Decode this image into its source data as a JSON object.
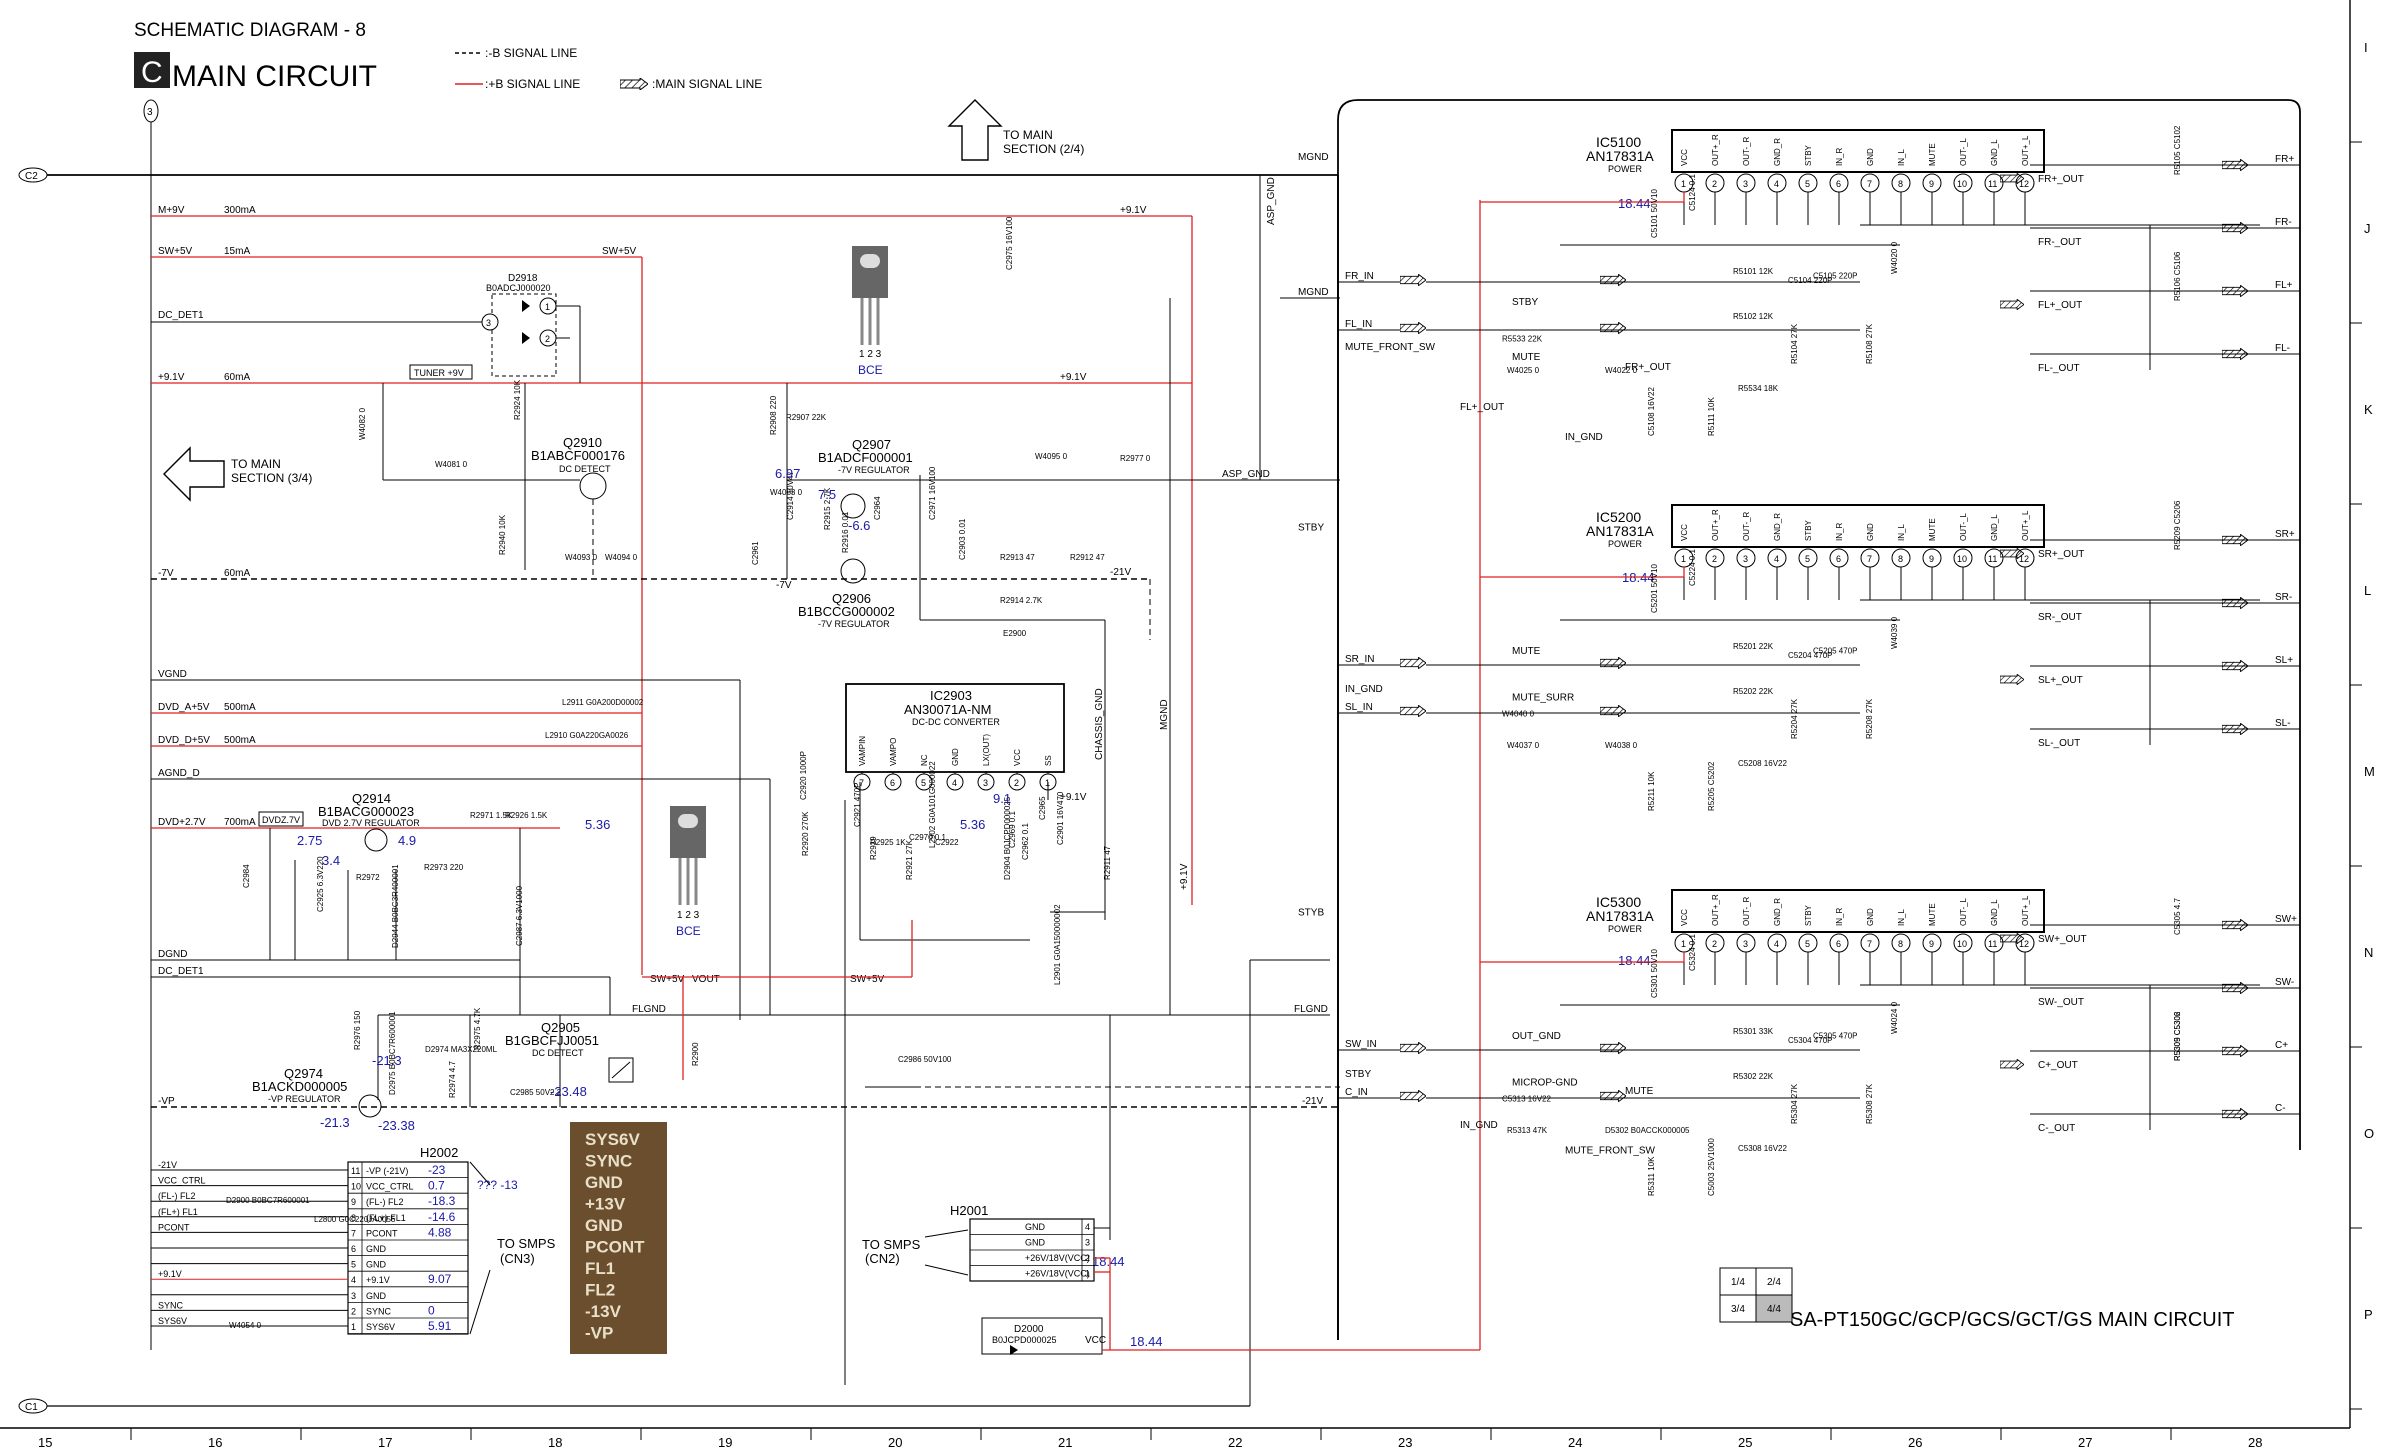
{
  "header": {
    "title": "SCHEMATIC DIAGRAM - 8",
    "letter": "C",
    "subtitle": "MAIN CIRCUIT",
    "legend": [
      {
        "label": ":-B SIGNAL LINE",
        "style": "dashed-black"
      },
      {
        "label": ":+B SIGNAL LINE",
        "style": "solid-red"
      },
      {
        "label": ":MAIN SIGNAL LINE",
        "style": "hatched-arrow"
      }
    ]
  },
  "connectors": {
    "top": "C2",
    "bottom": "C1",
    "marker": "3"
  },
  "arrows": {
    "to_main_top": [
      "TO MAIN",
      "SECTION (2/4)"
    ],
    "to_main_left": [
      "TO MAIN",
      "SECTION (3/4)"
    ]
  },
  "rails": [
    {
      "label": "M+9V",
      "current": "300mA"
    },
    {
      "label": "SW+5V",
      "current": "15mA"
    },
    {
      "label": "DC_DET1",
      "current": ""
    },
    {
      "label": "+9.1V",
      "current": "60mA"
    },
    {
      "label": "-7V",
      "current": "60mA"
    },
    {
      "label": "VGND",
      "current": ""
    },
    {
      "label": "DVD_A+5V",
      "current": "500mA"
    },
    {
      "label": "DVD_D+5V",
      "current": "500mA"
    },
    {
      "label": "AGND_D",
      "current": ""
    },
    {
      "label": "DVD+2.7V",
      "current": "700mA"
    },
    {
      "label": "DGND",
      "current": ""
    },
    {
      "label": "DC_DET1",
      "current": ""
    },
    {
      "label": "-VP",
      "current": ""
    }
  ],
  "net_labels": {
    "sw5v_top": "SW+5V",
    "p91v_top": "+9.1V",
    "p91v_mid": "+9.1V",
    "asp_gnd_v": "ASP_GND",
    "asp_gnd_h": "ASP_GND",
    "mgnd_h": "MGND",
    "mgnd_v": "MGND",
    "chassis_gnd": "CHASSIS_GND",
    "m21v": "-21V",
    "m7v_small": "-7V",
    "sw5v_low": "SW+5V",
    "sw5v_low2": "SW+5V",
    "vout": "VOUT",
    "flgnd": "FLGND",
    "flgnd2": "FLGND",
    "m21v_right": "-21V",
    "p91v_right": "+9.1V",
    "p91v_vert": "+9.1V",
    "tuner": "TUNER +9V",
    "dvdz": "DVDZ.7V"
  },
  "components": {
    "D2918": [
      "D2918",
      "B0ADCJ000020"
    ],
    "Q2910": [
      "Q2910",
      "B1ABCF000176",
      "DC DETECT"
    ],
    "Q2907": [
      "Q2907",
      "B1ADCF000001",
      "-7V REGULATOR"
    ],
    "Q2906": [
      "Q2906",
      "B1BCCG000002",
      "-7V REGULATOR"
    ],
    "Q2914": [
      "Q2914",
      "B1BACG000023",
      "DVD 2.7V REGULATOR"
    ],
    "Q2905": [
      "Q2905",
      "B1GBCFJJ0051",
      "DC DETECT"
    ],
    "Q2974": [
      "Q2974",
      "B1ACKD000005",
      "-VP REGULATOR"
    ],
    "IC2903": [
      "IC2903",
      "AN30071A-NM",
      "DC-DC CONVERTER"
    ]
  },
  "ic2903_pins": [
    "7",
    "6",
    "5",
    "4",
    "3",
    "2",
    "1"
  ],
  "ic2903_pin_names": [
    "VAMPIN",
    "VAMPO",
    "NC",
    "GND",
    "LX(OUT)",
    "VCC",
    "SS"
  ],
  "transistor_pkg": {
    "pins": "1 2 3",
    "label": "BCE"
  },
  "part_labels": [
    "C2975 16V100",
    "R2908 220",
    "R2907 22K",
    "W4083 0",
    "R2924 10K",
    "W4082 0",
    "W4081 0",
    "R2940 10K",
    "W4093 0",
    "W4094 0",
    "C2961",
    "C2914 10V47",
    "R2915 2.7K",
    "R2916 0.01",
    "C2964",
    "C2971 16V100",
    "C2903 0.01",
    "W4095 0",
    "R2977 0",
    "R2913 47",
    "R2912 47",
    "R2914 2.7K",
    "E2900",
    "L2911 G0A200D00002",
    "L2910 G0A220GA0026",
    "R2971 1.5K",
    "R2926 1.5K",
    "C2984",
    "C2925 6.3V220",
    "R2972",
    "R2973 220",
    "D2944 B0BC3R400001",
    "C2987 6.3V1000",
    "R2920 270K",
    "C2920 1000P",
    "C2921 470P",
    "R2925 1K",
    "R2919",
    "R2921 27K",
    "C2922",
    "L2902 G0A101G000022",
    "C2970 0.1",
    "D2904 B0JCPD000025",
    "C2969 0.1",
    "C2962 0.1",
    "C2965",
    "C2901 16V470",
    "L2901 G0A150000002",
    "R2911 47",
    "C2986 50V100",
    "R2976 150",
    "D2974 MA3X220ML",
    "R2975 4.7K",
    "R2974 4.7",
    "C2985 50V2.2",
    "D2975 B0BC7R600001",
    "R2900",
    "W4054 0",
    "L2800 G0C220JA0055",
    "D2900 B0BC7R600001"
  ],
  "voltages": {
    "v697": "6.97",
    "v75": "7.5",
    "v66": "-6.6",
    "v275": "2.75",
    "v49": "4.9",
    "v34": "3.4",
    "v536a": "5.36",
    "v536b": "5.36",
    "v91": "9.1",
    "v213a": "-21.3",
    "v2348": "-23.48",
    "v213b": "-21.3",
    "v2338": "-23.38",
    "v1844a": "18.44",
    "v1844b": "18.44",
    "v1844c": "18.44",
    "v1844d": "18.44",
    "v1844e": "18.44",
    "vcc": "VCC"
  },
  "h2002": {
    "title": "H2002",
    "rows": [
      {
        "n": "11",
        "name": "-VP (-21V)",
        "v": "-23"
      },
      {
        "n": "10",
        "name": "VCC_CTRL",
        "v": "0.7"
      },
      {
        "n": "9",
        "name": "(FL-) FL2",
        "v": "-18.3"
      },
      {
        "n": "8",
        "name": "(FL+) FL1",
        "v": "-14.6"
      },
      {
        "n": "7",
        "name": "PCONT",
        "v": "4.88"
      },
      {
        "n": "6",
        "name": "GND",
        "v": ""
      },
      {
        "n": "5",
        "name": "GND",
        "v": ""
      },
      {
        "n": "4",
        "name": "+9.1V",
        "v": "9.07"
      },
      {
        "n": "3",
        "name": "GND",
        "v": ""
      },
      {
        "n": "2",
        "name": "SYNC",
        "v": "0"
      },
      {
        "n": "1",
        "name": "SYS6V",
        "v": "5.91"
      }
    ],
    "left_nets": [
      "-21V",
      "VCC_CTRL",
      "(FL-) FL2",
      "(FL+) FL1",
      "PCONT",
      "+9.1V",
      "SYNC",
      "SYS6V"
    ],
    "note": "??? -13",
    "dest": [
      "TO SMPS",
      "(CN3)"
    ]
  },
  "photo_label": [
    "SYS6V",
    "SYNC",
    "GND",
    "+13V",
    "GND",
    "PCONT",
    "FL1",
    "FL2",
    "-13V",
    "-VP"
  ],
  "h2001": {
    "title": "H2001",
    "rows": [
      {
        "n": "4",
        "name": "GND"
      },
      {
        "n": "3",
        "name": "GND"
      },
      {
        "n": "2",
        "name": "+26V/18V(VCC)"
      },
      {
        "n": "1",
        "name": "+26V/18V(VCC)"
      }
    ],
    "dest": [
      "TO SMPS",
      "(CN2)"
    ],
    "d2000": [
      "D2000",
      "B0JCPD000025"
    ]
  },
  "amp_pins": [
    "VCC",
    "OUT+_R",
    "OUT-_R",
    "GND_R",
    "STBY",
    "IN_R",
    "GND",
    "IN_L",
    "MUTE",
    "OUT-_L",
    "GND_L",
    "OUT+_L"
  ],
  "ics": [
    {
      "ref": "IC5100",
      "part": "AN17831A",
      "func": "POWER",
      "inputs": [
        "FR_IN",
        "FL_IN"
      ],
      "outputs": [
        "FR+",
        "FR-",
        "FL+",
        "FL-"
      ],
      "out_labels": [
        "FR+_OUT",
        "FR-_OUT",
        "FL+_OUT",
        "FL-_OUT"
      ],
      "parts": [
        "C5101 50V10",
        "C5124 0.1",
        "R5101 12K",
        "R5102 12K",
        "C5104 220P",
        "C5105 220P",
        "W4020 0",
        "R5104 27K",
        "R5108 27K",
        "W4025 0",
        "W4022 0",
        "R5533 22K",
        "R5534 18K",
        "C5108 16V22",
        "R5111 10K",
        "R5105 C5102",
        "R5106 C5106"
      ],
      "nets": [
        "MGND",
        "MUTE_FRONT_SW",
        "MUTE",
        "STBY",
        "IN_GND",
        "FR+_OUT",
        "FL+_OUT"
      ]
    },
    {
      "ref": "IC5200",
      "part": "AN17831A",
      "func": "POWER",
      "inputs": [
        "SR_IN",
        "SL_IN"
      ],
      "outputs": [
        "SR+",
        "SR-",
        "SL+",
        "SL-"
      ],
      "out_labels": [
        "SR+_OUT",
        "SR-_OUT",
        "SL+_OUT",
        "SL-_OUT"
      ],
      "parts": [
        "C5201 50V10",
        "C5224 0.1",
        "R5201 22K",
        "R5202 22K",
        "C5204 470P",
        "C5205 470P",
        "W4039 0",
        "R5204 27K",
        "R5208 27K",
        "W4037 0",
        "W4038 0",
        "W4040 0",
        "C5208 16V22",
        "R5211 10K",
        "R5205 C5202",
        "R5209 C5206"
      ],
      "nets": [
        "STBY",
        "IN_GND",
        "MUTE_SURR",
        "MUTE"
      ]
    },
    {
      "ref": "IC5300",
      "part": "AN17831A",
      "func": "POWER",
      "inputs": [
        "SW_IN",
        "C_IN"
      ],
      "outputs": [
        "SW+",
        "SW-",
        "C+",
        "C-"
      ],
      "out_labels": [
        "SW+_OUT",
        "SW-_OUT",
        "C+_OUT",
        "C-_OUT"
      ],
      "parts": [
        "C5301 50V10",
        "C5324 0.1",
        "R5301 33K",
        "R5302 22K",
        "C5304 470P",
        "C5305 470P",
        "W4024 0",
        "R5304 27K",
        "R5308 27K",
        "R5313 47K",
        "D5302 B0ACCK000005",
        "C5313 16V22",
        "C5308 16V22",
        "R5311 10K",
        "C5003 25V1000",
        "C5305 4.7",
        "R5305 C5302",
        "R5309 C5306"
      ],
      "nets": [
        "STYB",
        "STBY",
        "MICROP-GND",
        "OUT_GND",
        "MUTE_FRONT_SW",
        "MUTE",
        "IN_GND"
      ]
    }
  ],
  "pager": [
    "1/4",
    "2/4",
    "3/4",
    "4/4"
  ],
  "model": "SA-PT150GC/GCP/GCS/GCT/GS MAIN CIRCUIT",
  "grid_cols": [
    "15",
    "16",
    "17",
    "18",
    "19",
    "20",
    "21",
    "22",
    "23",
    "24",
    "25",
    "26",
    "27",
    "28"
  ],
  "grid_rows": [
    "I",
    "J",
    "K",
    "L",
    "M",
    "N",
    "O",
    "P"
  ]
}
